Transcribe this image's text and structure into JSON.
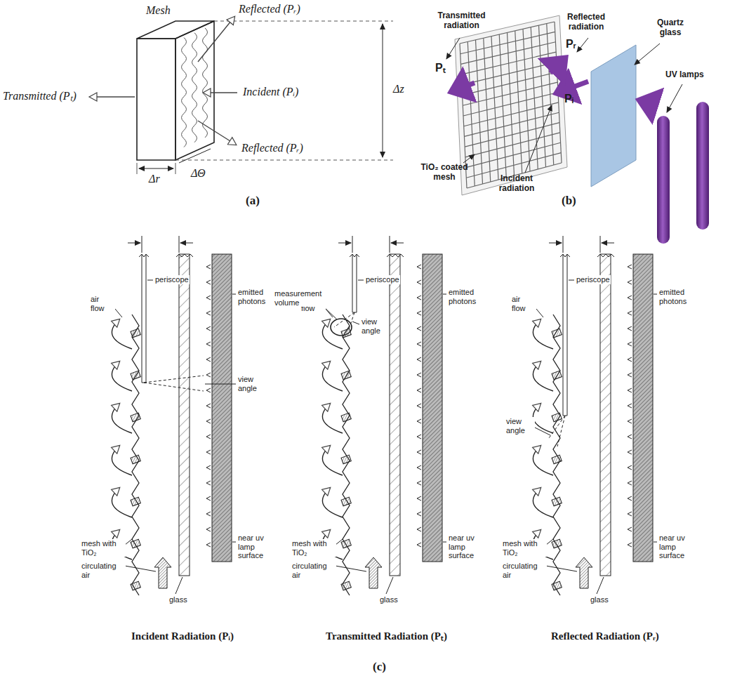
{
  "diagram": {
    "labels": [
      "Mesh",
      "Reflected (Pᵣ)",
      "Transmitted (Pₜ)",
      "Incident (Pᵢ)",
      "Reflected (Pᵣ)",
      "Δz",
      "Δr",
      "ΔΘ",
      "(a)",
      "Transmitted radiation",
      "Reflected radiation",
      "Quartz glass",
      "UV lamps",
      "TiO₂ coated mesh",
      "Incident radiation",
      "Pₜ",
      "Pᵣ",
      "Pᵢ",
      "(b)",
      "periscope",
      "emitted photons",
      "air flow",
      "view angle",
      "mesh with TiO₂",
      "circulating air",
      "glass",
      "near uv lamp surface",
      "periscope",
      "emitted photons",
      "air flow",
      "view angle",
      "measurement volume",
      "mesh with TiO₂",
      "circulating air",
      "glass",
      "near uv lamp surface",
      "periscope",
      "emitted photons",
      "air flow",
      "view angle",
      "mesh with TiO₂",
      "circulating air",
      "glass",
      "near uv lamp surface",
      "Incident Radiation (Pᵢ)",
      "Transmitted Radiation (Pₜ)",
      "Reflected Radiation (Pᵣ)",
      "(c)"
    ]
  }
}
